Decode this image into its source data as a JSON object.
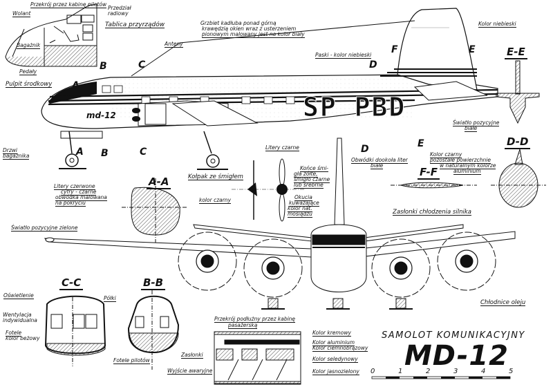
{
  "title": {
    "subtitle": "SAMOLOT KOMUNIKACYJNY",
    "model": "MD-12"
  },
  "aircraft": {
    "registration": "SP PBD",
    "nose_logo": "md-12"
  },
  "cockpit_section": {
    "header": "Przekrój przez kabinę pilotów",
    "labels": {
      "wolant": "Wolant",
      "przedzial_radiowy_1": "Przedział",
      "przedzial_radiowy_2": "radiowy",
      "tablica": "Tablica przyrządów",
      "bagaznik": "Bagażnik",
      "pedaly": "Pedały",
      "pulpit": "Pulpit środkowy"
    }
  },
  "side_view_labels": {
    "anteny": "Anteny",
    "grzbiet_1": "Grzbiet kadłuba ponad górną",
    "grzbiet_2": "krawędzią okien wraz z usterzeniem",
    "grzbiet_3": "pionowym malowany jest na kolor biały",
    "paski": "Paski - kolor niebieski",
    "kolor_niebieski": "Kolor niebieski",
    "swiatlo_biale_1": "Światło pozycyjne",
    "swiatlo_biale_2": "białe",
    "kolor_czarny_1": "Kolor czarny",
    "kolor_czarny_2": "pozostałe powierzchnie",
    "kolor_czarny_3": "w naturalnym kolorze",
    "kolor_czarny_4": "aluminium",
    "obwodki_1": "Obwódki dookoła liter",
    "obwodki_2": "białe",
    "litery_czarne": "Litery czarne",
    "drzwi_1": "Drzwi",
    "drzwi_2": "bagażnika",
    "litery_czerwone_1": "Litery czerwone",
    "litery_czerwone_2": "cyfry - czarne",
    "litery_czerwone_3": "obwódka malowana",
    "litery_czerwone_4": "na pokryciu",
    "kolpak": "Kołpak ze śmigłem",
    "konce_1": "Końce śmi-",
    "konce_2": "gła żółte,",
    "konce_3": "śmigło czarne",
    "konce_4": "lub srebrne",
    "kolor_czarny_spinner": "kolor czarny",
    "okucia_1": "Okucia",
    "okucia_2": "kuważające",
    "okucia_3": "kolor nat.",
    "okucia_4": "mosiądzu"
  },
  "front_view_labels": {
    "swiatlo_zielone": "Światło pozycyjne zielone",
    "zastonki_silnika": "Zasłonki chłodzenia silnika",
    "chlodnice": "Chłodnice oleju"
  },
  "section_markers": {
    "A": "A",
    "B": "B",
    "C": "C",
    "D": "D",
    "E": "E",
    "F": "F",
    "AA": "A-A",
    "BB": "B-B",
    "CC": "C-C",
    "DD": "D-D",
    "EE": "E-E",
    "FF": "F-F"
  },
  "cabin_sections": {
    "cc_labels": {
      "oswietlenie": "Oświetlenie",
      "polki": "Półki",
      "wentylacja_1": "Wentylacja",
      "wentylacja_2": "indywidualna",
      "fotele_1": "Fotele",
      "fotele_2": "kolor beżowy"
    },
    "bb_labels": {
      "fotele_pilotow": "Fotele pilotów"
    },
    "longitudinal": {
      "header_1": "Przekrój podłużny przez kabinę",
      "header_2": "pasażerską",
      "zaslonki": "Zasłonki",
      "wyjscie": "Wyjście awaryjne",
      "kremowy": "Kolor kremowy",
      "aluminium": "Kolor aluminium",
      "ciemnobrazowy": "Kolor ciemnobrązowy",
      "seledynowy": "Kolor seledynowy",
      "jasnozielony": "Kolor jasnozielony"
    }
  },
  "scale": {
    "ticks": [
      "0",
      "1",
      "2",
      "3",
      "4",
      "5"
    ]
  }
}
